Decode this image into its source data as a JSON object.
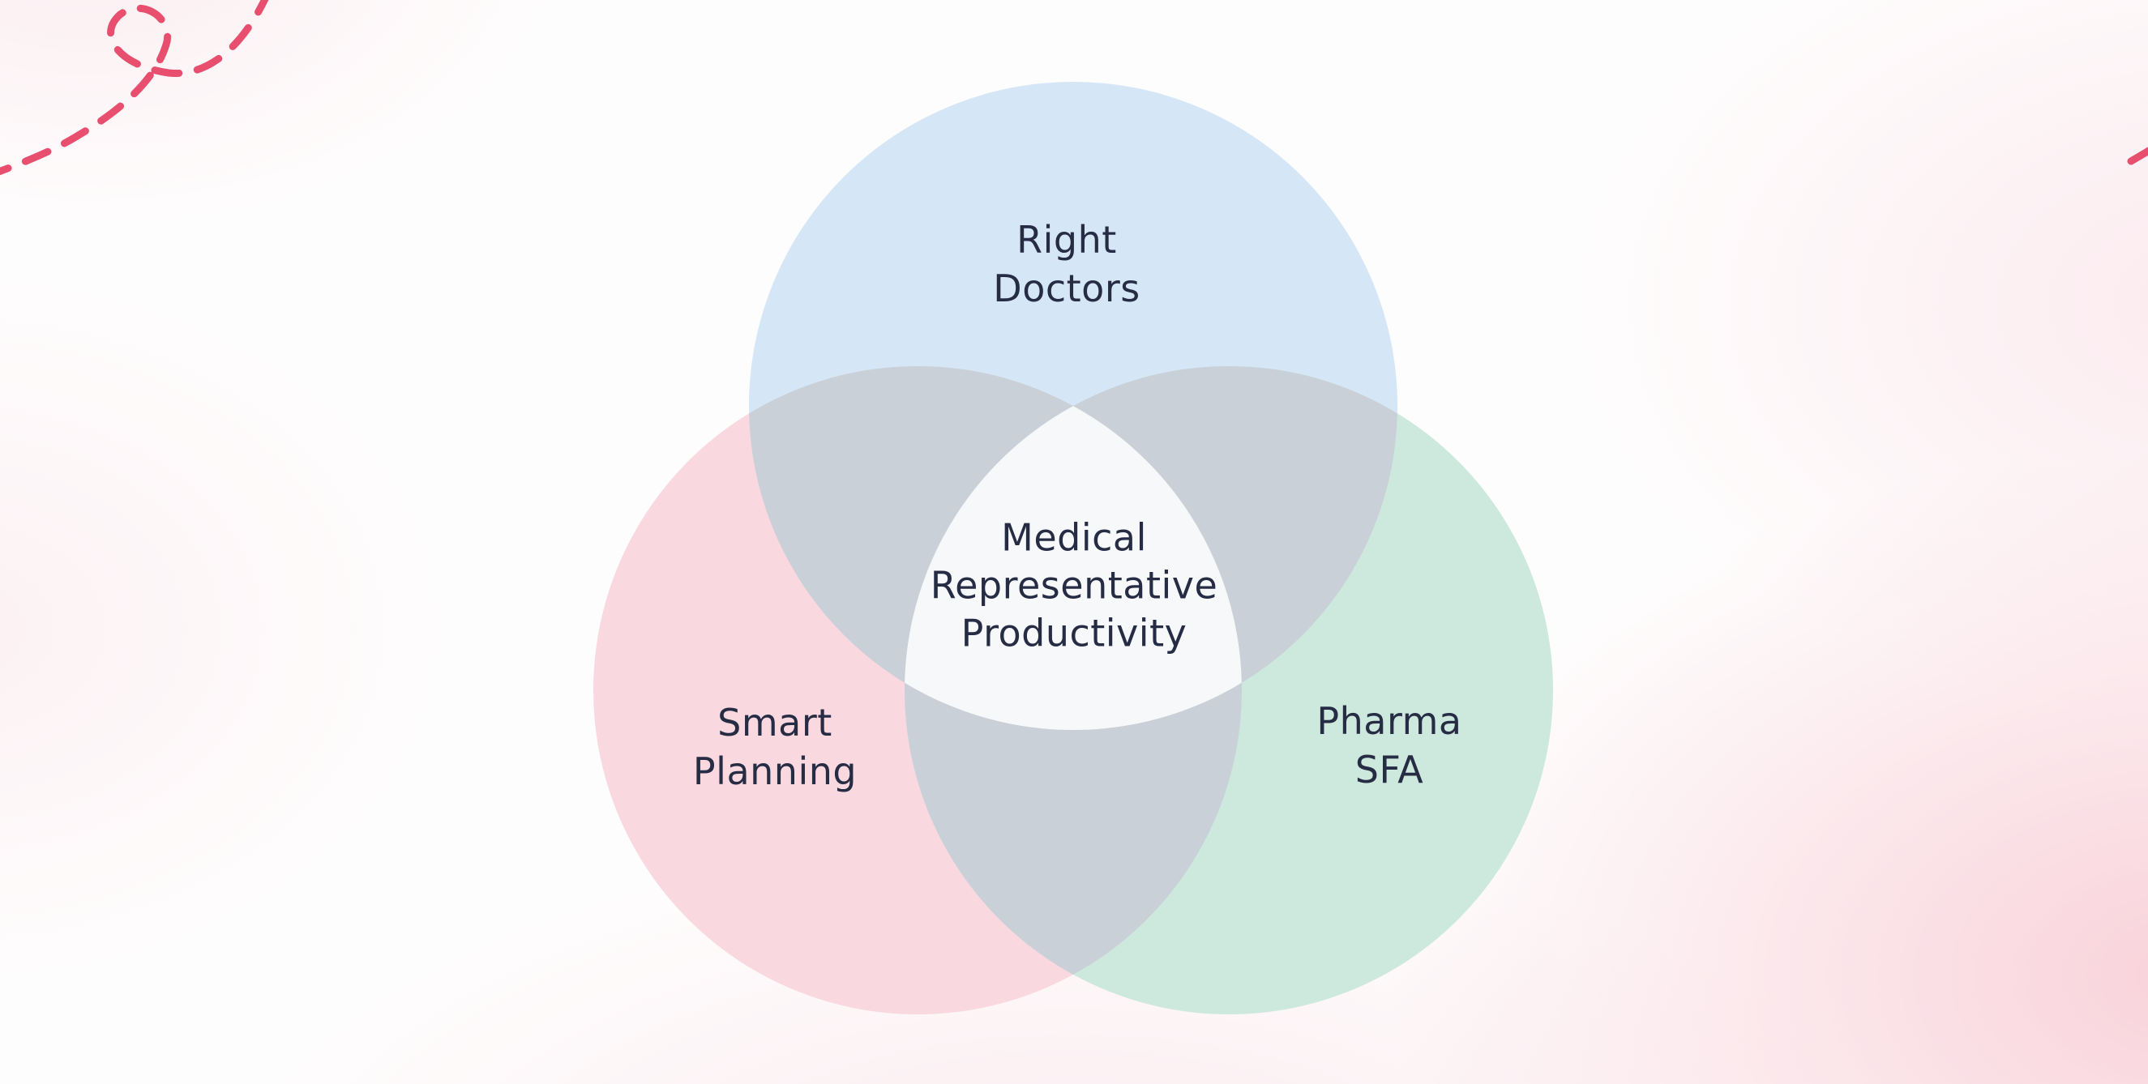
{
  "diagram": {
    "kind": "venn-3",
    "label_color": "#262c44",
    "overlap_fill": "#c9d0d7",
    "center_fill": "#f6f8fa",
    "center_label": {
      "lines": [
        "Medical",
        "Representative",
        "Productivity"
      ]
    },
    "sets": [
      {
        "id": "right-doctors",
        "lines": [
          "Right",
          "Doctors"
        ],
        "fill": "#d5e7f6"
      },
      {
        "id": "smart-planning",
        "lines": [
          "Smart",
          "Planning"
        ],
        "fill": "#f9d8df"
      },
      {
        "id": "pharma-sfa",
        "lines": [
          "Pharma",
          "SFA"
        ],
        "fill": "#cde8dc"
      }
    ]
  },
  "decor": {
    "dash_color": "#e84f6e",
    "background_tint": "#f8cdd6"
  }
}
